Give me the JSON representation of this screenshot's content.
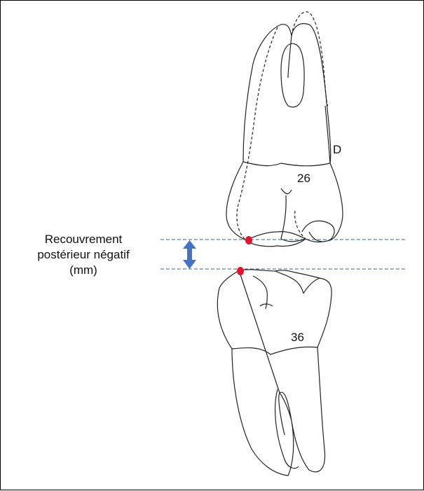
{
  "annotation": {
    "line1": "Recouvrement",
    "line2": "postérieur négatif",
    "line3": "(mm)"
  },
  "teeth": {
    "upper_number": "26",
    "lower_number": "36",
    "side_marker": "D"
  },
  "colors": {
    "reference_lines": "#5b7fc7",
    "arrow": "#4472c4",
    "contact_points": "#e8112d",
    "outline": "#222222"
  }
}
